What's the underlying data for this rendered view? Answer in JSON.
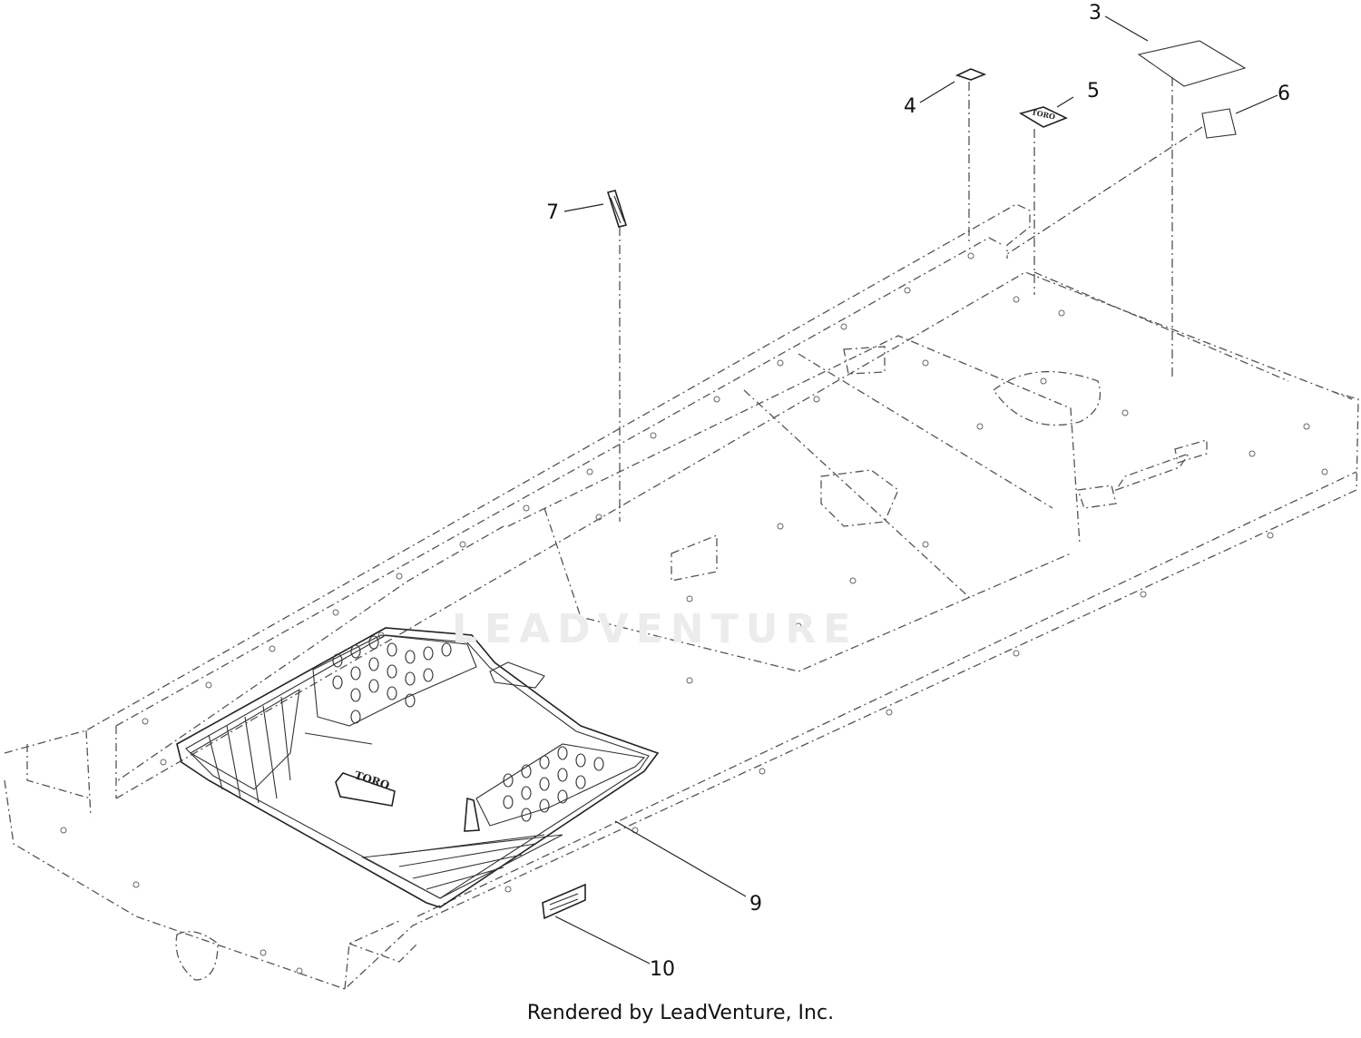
{
  "diagram": {
    "callouts": [
      {
        "id": "c3",
        "label": "3"
      },
      {
        "id": "c4",
        "label": "4"
      },
      {
        "id": "c5",
        "label": "5"
      },
      {
        "id": "c6",
        "label": "6"
      },
      {
        "id": "c7",
        "label": "7"
      },
      {
        "id": "c9",
        "label": "9"
      },
      {
        "id": "c10",
        "label": "10"
      }
    ],
    "watermark": "LEADVENTURE",
    "credit": "Rendered by LeadVenture, Inc.",
    "mat_logo": "TORO",
    "decal_logo": "TORO"
  }
}
